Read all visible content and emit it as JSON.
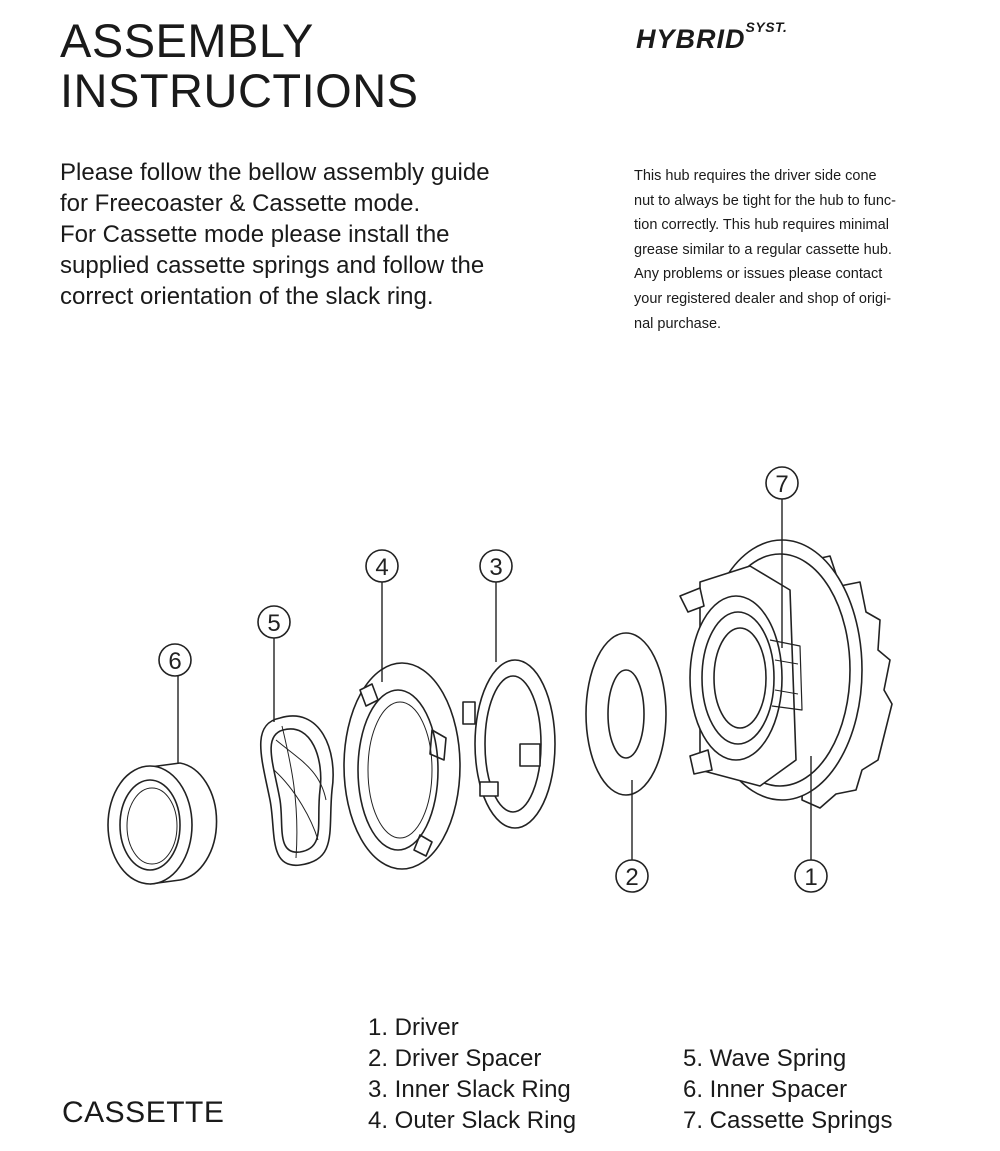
{
  "header": {
    "title_line1": "ASSEMBLY",
    "title_line2": "INSTRUCTIONS",
    "brand": "HYBRID",
    "brand_sup": "SYST."
  },
  "intro": {
    "lines": [
      "Please follow the bellow assembly guide",
      "for Freecoaster & Cassette mode.",
      "For Cassette mode please install the",
      "supplied cassette springs and follow the",
      "correct orientation of the slack ring."
    ]
  },
  "note": {
    "lines": [
      "This hub requires the driver side cone",
      "nut to always be tight for the hub to func-",
      "tion correctly. This hub requires minimal",
      "grease similar to a regular cassette hub.",
      "Any problems or issues please contact",
      "your registered dealer and shop of origi-",
      "nal purchase."
    ]
  },
  "diagram": {
    "callouts": [
      "1",
      "2",
      "3",
      "4",
      "5",
      "6",
      "7"
    ]
  },
  "parts": [
    "1. Driver",
    "2. Driver Spacer",
    "3. Inner Slack Ring",
    "4. Outer Slack Ring",
    "5. Wave Spring",
    "6. Inner Spacer",
    "7. Cassette Springs"
  ],
  "mode_label": "CASSETTE"
}
